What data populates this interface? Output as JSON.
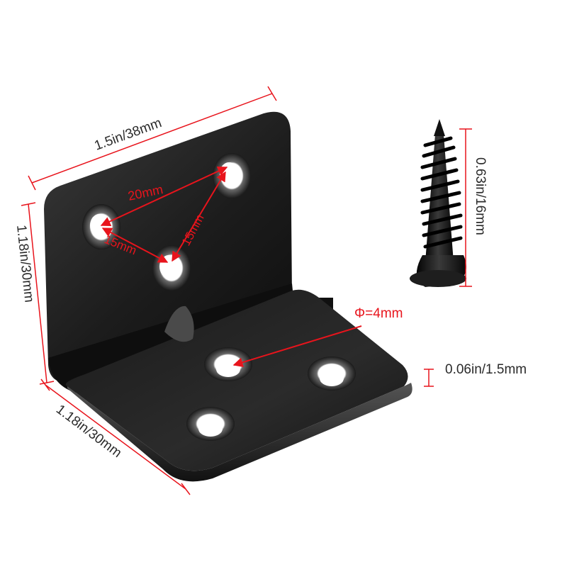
{
  "dimensions": {
    "width_top": "1.5in/38mm",
    "height_left": "1.18in/30mm",
    "depth_bottom": "1.18in/30mm",
    "screw_length": "0.63in/16mm",
    "thickness": "0.06in/1.5mm",
    "hole_diameter": "Φ=4mm",
    "hole_spacing_top": "20mm",
    "hole_spacing_left": "15mm",
    "hole_spacing_right": "15mm"
  },
  "colors": {
    "bracket": "#111111",
    "dimension_lines": "#e8141c",
    "text": "#2a2a2a"
  }
}
